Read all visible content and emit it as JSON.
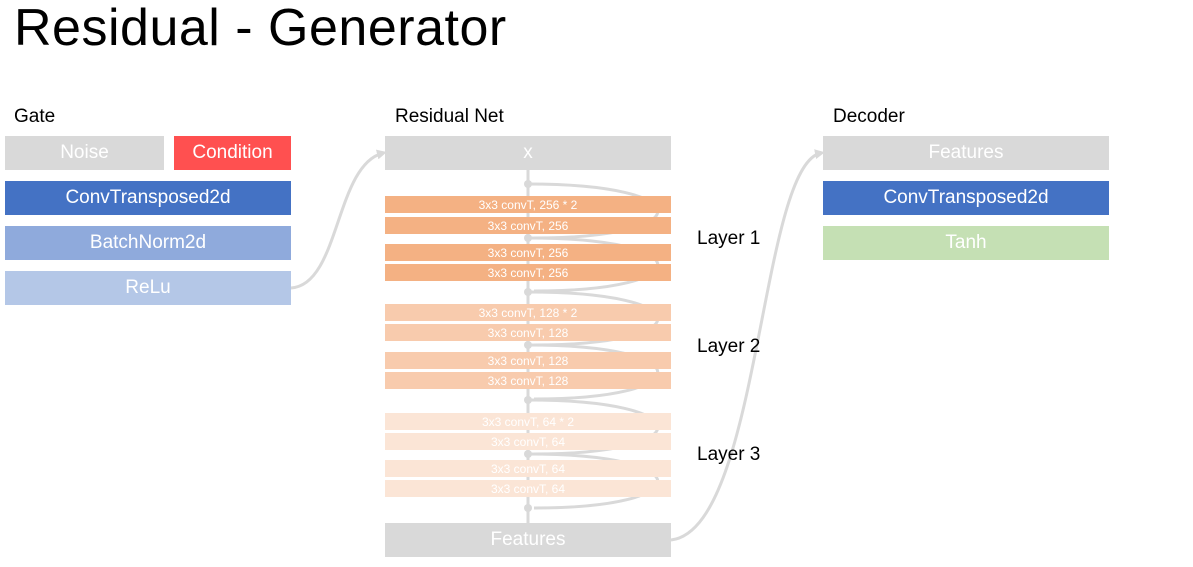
{
  "title": "Residual - Generator",
  "gate": {
    "heading": "Gate",
    "noise": "Noise",
    "condition": "Condition",
    "conv": "ConvTransposed2d",
    "batchnorm": "BatchNorm2d",
    "relu": "ReLu"
  },
  "residual": {
    "heading": "Residual Net",
    "input": "x",
    "output": "Features",
    "layers": [
      {
        "label": "Layer 1",
        "bars": [
          "3x3 convT, 256 * 2",
          "3x3 convT, 256",
          "3x3 convT, 256",
          "3x3 convT, 256"
        ]
      },
      {
        "label": "Layer 2",
        "bars": [
          "3x3 convT, 128 * 2",
          "3x3 convT, 128",
          "3x3 convT, 128",
          "3x3 convT, 128"
        ]
      },
      {
        "label": "Layer 3",
        "bars": [
          "3x3 convT, 64 * 2",
          "3x3 convT, 64",
          "3x3 convT, 64",
          "3x3 convT, 64"
        ]
      }
    ]
  },
  "decoder": {
    "heading": "Decoder",
    "features": "Features",
    "conv": "ConvTransposed2d",
    "tanh": "Tanh"
  },
  "colors": {
    "gray": "#d9d9d9",
    "red": "#ff5050",
    "blue_dark": "#4472c4",
    "blue_mid": "#8faadc",
    "blue_light": "#b4c7e7",
    "green": "#c5e0b4",
    "orange_1": "#f4b183",
    "orange_2": "#f8cbad",
    "orange_3": "#fbe5d6",
    "arrow": "#d9d9d9"
  }
}
